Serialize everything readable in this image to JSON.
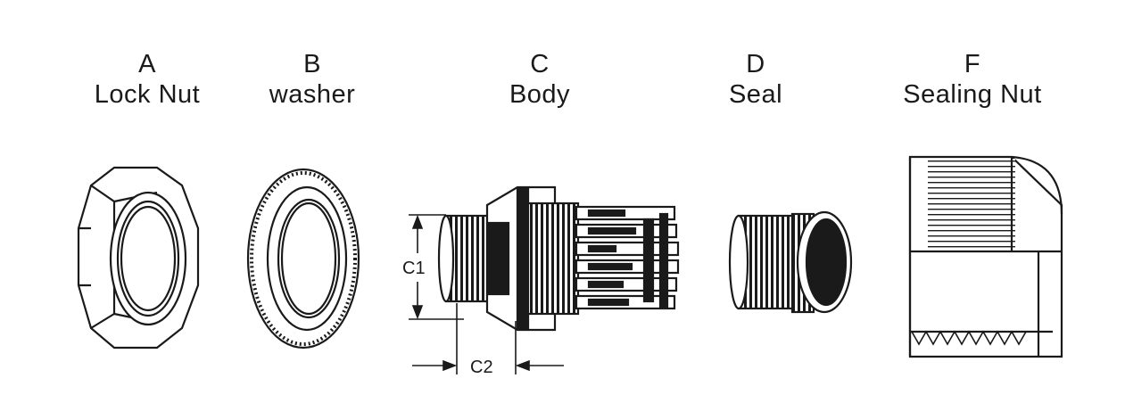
{
  "parts": [
    {
      "letter": "A",
      "name": "Lock Nut"
    },
    {
      "letter": "B",
      "name": "washer"
    },
    {
      "letter": "C",
      "name": "Body"
    },
    {
      "letter": "D",
      "name": "Seal"
    },
    {
      "letter": "F",
      "name": "Sealing Nut"
    }
  ],
  "dimensions": {
    "c1": "C1",
    "c2": "C2"
  },
  "colors": {
    "ink": "#1a1a1a",
    "background": "#ffffff"
  }
}
